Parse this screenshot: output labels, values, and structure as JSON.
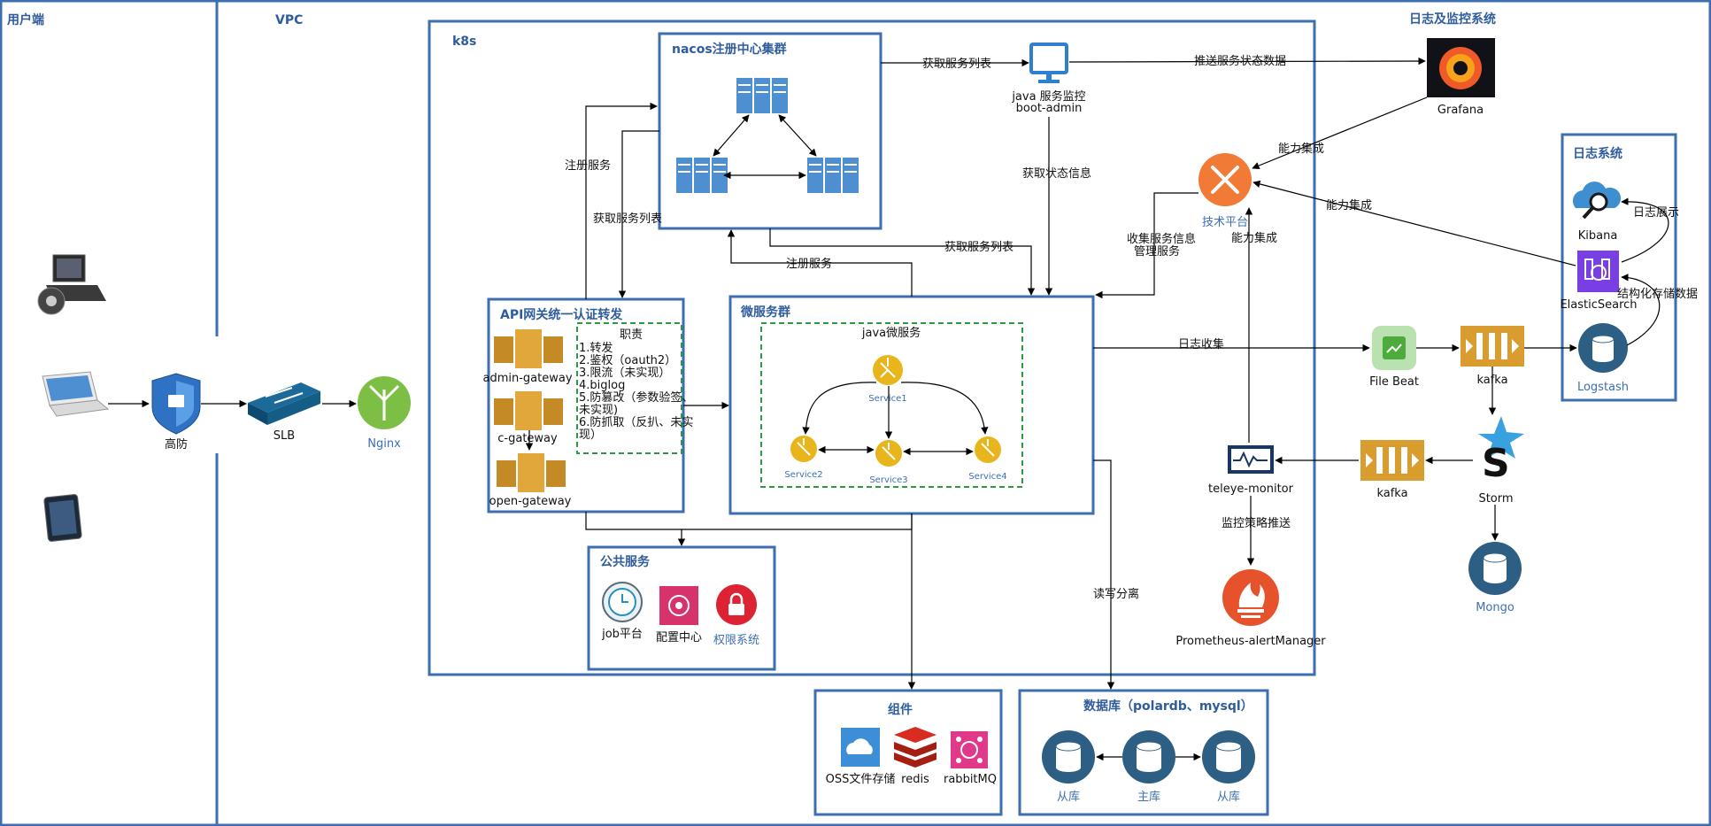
{
  "sections": {
    "client": "用户端",
    "vpc": "VPC",
    "monitoring": "日志及监控系统"
  },
  "panels": {
    "k8s": "k8s",
    "nacos": "nacos注册中心集群",
    "gateway": "API网关统一认证转发",
    "micro": "微服务群",
    "public": "公共服务",
    "components": "组件",
    "database": "数据库（polardb、mysql）",
    "logsys": "日志系统"
  },
  "nodes": {
    "gaofang": "高防",
    "slb": "SLB",
    "nginx": "Nginx",
    "admin_gateway": "admin-gateway",
    "c_gateway": "c-gateway",
    "open_gateway": "open-gateway",
    "java_micro": "java微服务",
    "service1": "Service1",
    "service2": "Service2",
    "service3": "Service3",
    "service4": "Service4",
    "job": "job平台",
    "config": "配置中心",
    "perm": "权限系统",
    "oss": "OSS文件存储",
    "redis": "redis",
    "rabbitmq": "rabbitMQ",
    "slave1": "从库",
    "master": "主库",
    "slave2": "从库",
    "boot_admin_1": "java 服务监控",
    "boot_admin_2": "boot-admin",
    "grafana": "Grafana",
    "tech_platform": "技术平台",
    "kibana": "Kibana",
    "elastic": "ElasticSearch",
    "logstash": "Logstash",
    "filebeat": "File Beat",
    "kafka1": "kafka",
    "kafka2": "kafka",
    "storm": "Storm",
    "mongo": "Mongo",
    "teleye": "teleye-monitor",
    "prometheus": "Prometheus-alertManager"
  },
  "duties": {
    "title": "职责",
    "lines": [
      "1.转发",
      "2.鉴权（oauth2）",
      "3.限流（未实现）",
      "4.biglog",
      "5.防篡改（参数验签、",
      "未实现)",
      "6.防抓取（反扒、未实",
      "现）"
    ]
  },
  "edges": {
    "get_list_1": "获取服务列表",
    "push_status": "推送服务状态数据",
    "register_1": "注册服务",
    "get_list_2": "获取服务列表",
    "get_list_3": "获取服务列表",
    "register_2": "注册服务",
    "get_status": "获取状态信息",
    "collect_manage_1": "收集服务信息",
    "collect_manage_2": "管理服务",
    "ability_1": "能力集成",
    "ability_2": "能力集成",
    "ability_3": "能力集成",
    "log_collect": "日志收集",
    "log_display": "日志展示",
    "structured": "结构化存储数据",
    "read_write": "读写分离",
    "monitor_push": "监控策略推送"
  },
  "colors": {
    "panel_border": "#3d6fb0",
    "title_blue": "#2f5d9c",
    "dashed_green": "#2e9a3e",
    "gateway_gold": "#e2a73a",
    "service_yellow": "#e8b51d",
    "db_navy": "#2d5f84",
    "server_blue": "#4d8fd1",
    "tech_orange": "#f07a36",
    "nginx_green": "#7cbf44",
    "kafka_gold": "#d99d2f",
    "prometheus_red": "#e6522c"
  }
}
